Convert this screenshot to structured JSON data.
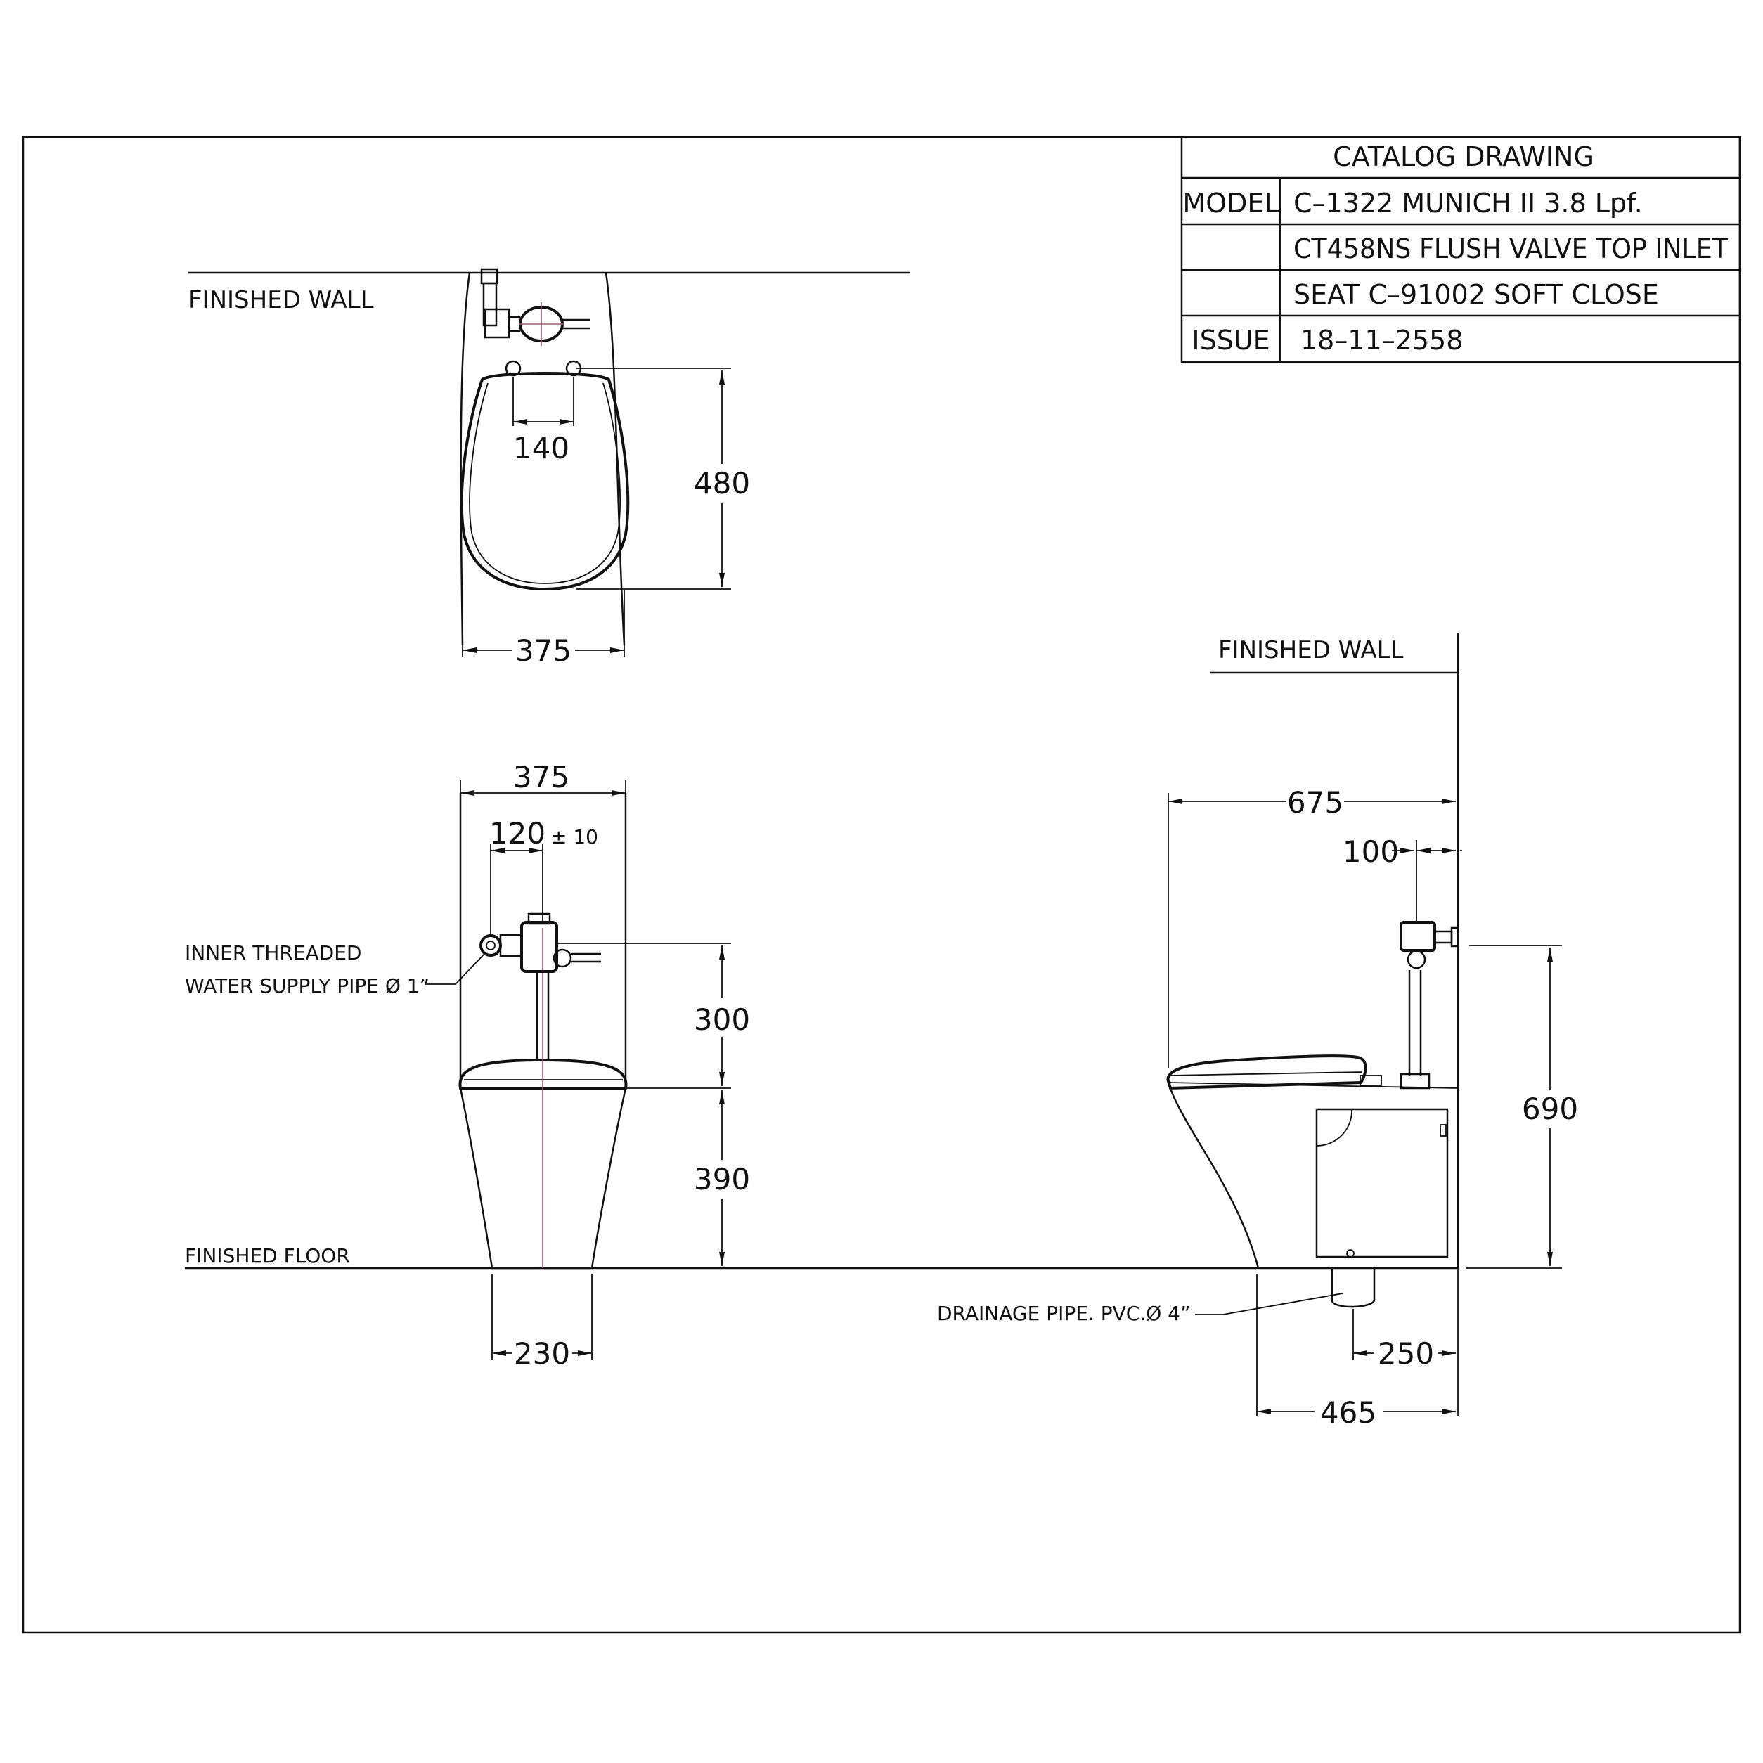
{
  "title_block": {
    "header": "CATALOG DRAWING",
    "rows": [
      {
        "key": "MODEL",
        "value": "C–1322 MUNICH II 3.8 Lpf."
      },
      {
        "key": "",
        "value": "CT458NS FLUSH VALVE TOP INLET"
      },
      {
        "key": "",
        "value": "SEAT C–91002 SOFT CLOSE"
      },
      {
        "key": "ISSUE",
        "value": "18–11–2558"
      }
    ]
  },
  "top_view": {
    "wall_label": "FINISHED WALL",
    "dim_hinge": "140",
    "dim_depth": "480",
    "dim_width": "375"
  },
  "front_view": {
    "dim_width": "375",
    "dim_offset": "120",
    "dim_offset_tol": "± 10",
    "supply_label_line1": "INNER THREADED",
    "supply_label_line2": "WATER SUPPLY PIPE Ø 1”",
    "dim_valve": "300",
    "dim_rim": "390",
    "floor_label": "FINISHED FLOOR",
    "dim_base": "230"
  },
  "side_view": {
    "wall_label": "FINISHED WALL",
    "dim_length": "675",
    "dim_valve_offset": "100",
    "dim_height": "690",
    "drain_label": "DRAINAGE PIPE. PVC.Ø 4”",
    "dim_drain": "250",
    "dim_base": "465"
  }
}
